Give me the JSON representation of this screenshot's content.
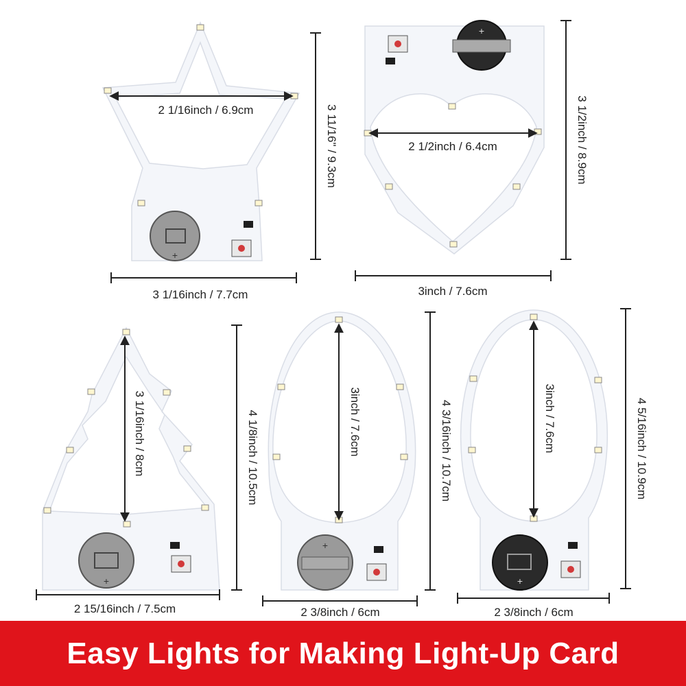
{
  "colors": {
    "board": "#f4f6fa",
    "board_edge": "#d9dde6",
    "banner": "#e0141b",
    "banner_text": "#ffffff",
    "dimension_line": "#222222",
    "battery": "#9a9a9a",
    "button": "#d23a3a",
    "chip": "#1e1e1e",
    "led": "#fff6d0"
  },
  "products": {
    "star": {
      "shape": "star",
      "width_label": "2 1/16inch / 6.9cm",
      "height_label": "3 11/16\" / 9.3cm",
      "bottom_label": "3 1/16inch / 7.7cm"
    },
    "heart": {
      "shape": "heart",
      "width_label": "2 1/2inch / 6.4cm",
      "height_label": "3 1/2inch / 8.9cm",
      "bottom_label": "3inch / 7.6cm"
    },
    "tree": {
      "shape": "tree",
      "inner_label": "3 1/16inch / 8cm",
      "height_label": "4 1/8inch / 10.5cm",
      "bottom_label": "2 15/16inch / 7.5cm"
    },
    "egg": {
      "shape": "egg",
      "inner_label": "3inch / 7.6cm",
      "height_label": "4 3/16inch / 10.7cm",
      "bottom_label": "2 3/8inch / 6cm"
    },
    "oval": {
      "shape": "oval",
      "inner_label": "3inch / 7.6cm",
      "height_label": "4 5/16inch / 10.9cm",
      "bottom_label": "2 3/8inch / 6cm"
    }
  },
  "banner": {
    "text": "Easy Lights for Making Light-Up Card"
  },
  "icons": {
    "battery_sign": "+"
  }
}
